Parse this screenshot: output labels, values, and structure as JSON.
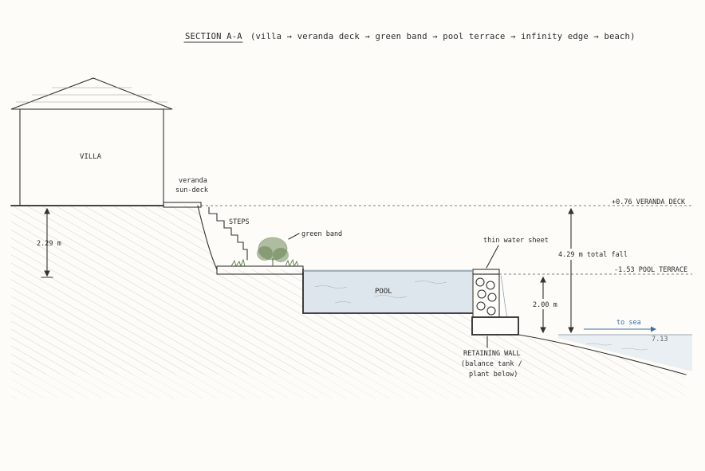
{
  "title": {
    "heading": "SECTION A-A",
    "sequence": "(villa → veranda deck → green band → pool terrace → infinity edge → beach)"
  },
  "labels": {
    "villa": "VILLA",
    "veranda_line1": "veranda",
    "veranda_line2": "sun-deck",
    "steps": "STEPS",
    "green_band": "green band",
    "thin_water_sheet": "thin water sheet",
    "pool": "POOL",
    "retaining_line1": "RETAINING WALL",
    "retaining_line2": "(balance tank /",
    "retaining_line3": "plant below)",
    "to_sea": "to sea",
    "sea_level": "7.13"
  },
  "levels": {
    "veranda_deck": "+0.76 VERANDA DECK",
    "pool_terrace": "-1.53 POOL TERRACE"
  },
  "dimensions": {
    "villa_drop": "2.29 m",
    "total_fall": "4.29 m total fall",
    "wall_height": "2.00 m"
  },
  "colors": {
    "ink": "#333333",
    "pool_water": "#dde6ec",
    "sea_water": "#e9eff2",
    "arrow_blue": "#3c6fa8",
    "vegetation": "#4f6b3e"
  }
}
